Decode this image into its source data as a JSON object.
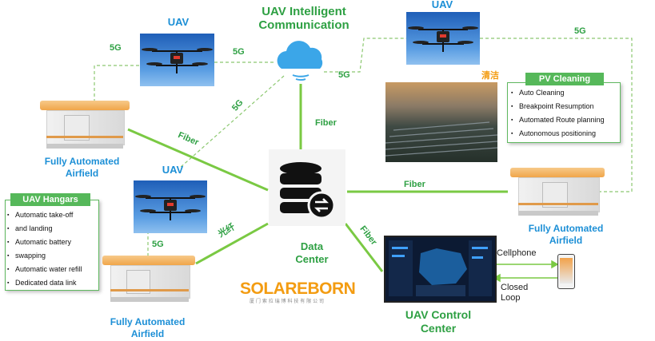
{
  "title_line1": "UAV  Intelligent",
  "title_line2": "Communication",
  "uav_label": "UAV",
  "fiveg": "5G",
  "fiber": "Fiber",
  "fiber_cn": "光纤",
  "qingjie": "清洁",
  "data_center": {
    "line1": "Data",
    "line2": "Center"
  },
  "control_center": {
    "line1": "UAV Control",
    "line2": "Center"
  },
  "airfield": {
    "line1": "Fully Automated",
    "line2": "Airfield"
  },
  "cellphone": "Cellphone",
  "closed_loop": {
    "line1": "Closed",
    "line2": "Loop"
  },
  "hangars_box": {
    "title": "UAV  Hangars",
    "items": [
      "Automatic take-off",
      "and landing",
      "Automatic battery",
      "swapping",
      "Automatic water refill",
      "Dedicated data link"
    ]
  },
  "pv_box": {
    "title": "PV Cleaning",
    "items": [
      "Auto Cleaning",
      "Breakpoint Resumption",
      "Automated Route planning",
      "Autonomous positioning"
    ]
  },
  "logo": {
    "text": "SOLAREBORN",
    "subtext": "厦 门 索 拉 瑞 博 科 技 有 限 公 司"
  },
  "colors": {
    "green": "#2ea043",
    "blue": "#1c8fd6",
    "line_green": "#7ac943",
    "logo_orange": "#f39c12"
  }
}
